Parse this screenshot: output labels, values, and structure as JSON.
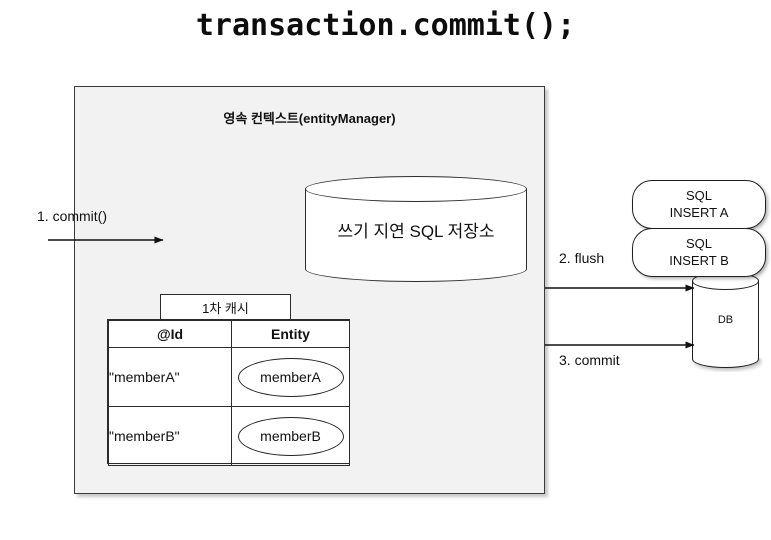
{
  "title": "transaction.commit();",
  "persistence_context": {
    "title": "영속 컨텍스트(entityManager)",
    "bg_color": "#f2f2f2",
    "border_color": "#3b3b3b"
  },
  "sql_store": {
    "label": "쓰기 지연 SQL 저장소",
    "shape": "cylinder"
  },
  "first_level_cache": {
    "tab_label": "1차 캐시",
    "columns": [
      "@Id",
      "Entity"
    ],
    "rows": [
      {
        "id": "\"memberA\"",
        "entity": "memberA"
      },
      {
        "id": "\"memberB\"",
        "entity": "memberB"
      }
    ]
  },
  "sql_statements": [
    {
      "line1": "SQL",
      "line2": "INSERT A"
    },
    {
      "line1": "SQL",
      "line2": "INSERT B"
    }
  ],
  "database": {
    "label": "DB",
    "shape": "cylinder"
  },
  "arrows": [
    {
      "label": "1. commit()"
    },
    {
      "label": "2. flush"
    },
    {
      "label": "3. commit"
    }
  ]
}
